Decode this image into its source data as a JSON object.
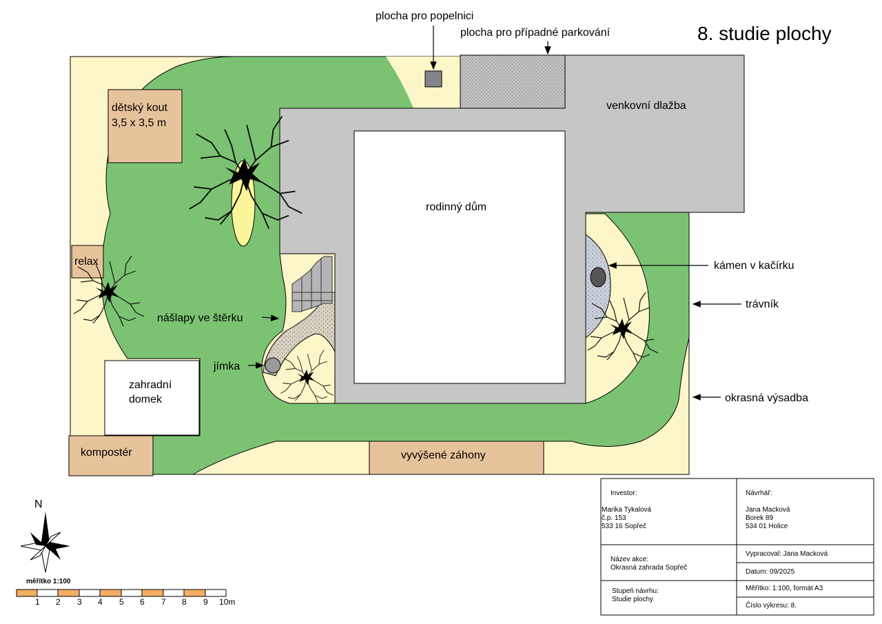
{
  "title": "8. studie plochy",
  "labels": {
    "bin_area": "plocha pro popelnici",
    "parking": "plocha pro případné parkování",
    "paving": "venkovní dlažba",
    "house": "rodinný dům",
    "kids_corner_1": "dětský kout",
    "kids_corner_2": "3,5 x 3,5 m",
    "relax": "relax",
    "stepping_stones": "nášlapy ve štěrku",
    "septic": "jímka",
    "shed_1": "zahradní",
    "shed_2": "domek",
    "composter": "kompostér",
    "raised_beds": "vyvýšené záhony",
    "stone": "kámen v kačírku",
    "lawn": "trávník",
    "planting": "okrasná výsadba"
  },
  "north": "N",
  "scale": {
    "caption": "měřítko 1:100",
    "ticks": [
      "1",
      "2",
      "3",
      "4",
      "5",
      "6",
      "7",
      "8",
      "9",
      "10m"
    ]
  },
  "title_block": {
    "investor_heading": "Investor:",
    "investor_name": "Marika Tykalová",
    "investor_addr1": "č.p. 153",
    "investor_addr2": "533 16  Sopřeč",
    "designer_heading": "Návrhář:",
    "designer_name": "Jana Macková",
    "designer_addr1": "Borek 89",
    "designer_addr2": "534 01  Holice",
    "action_heading": "Název akce:",
    "action_name": "Okrasná zahrada Sopřeč",
    "prepared": "Vypracoval: Jana Macková",
    "date": "Datum: 09/2025",
    "stage_heading": "Stupeň návrhu:",
    "stage_name": "Studie plochy",
    "scale_info": "Měřítko: 1:100, formát A3",
    "drawing_no": "Číslo výkresu: 8."
  },
  "colors": {
    "cream": "#fdf6c8",
    "lawn": "#7bc373",
    "paving": "#c6c6c6",
    "wood": "#e7c39b",
    "orange": "#f4ad63"
  }
}
